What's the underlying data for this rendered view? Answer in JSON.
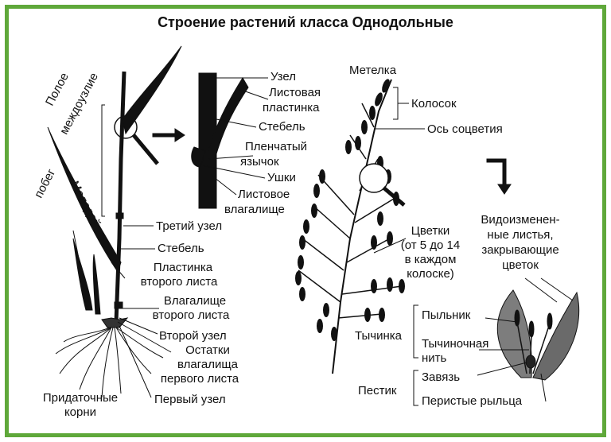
{
  "title": "Строение растений класса Однодольные",
  "border_color": "#5fa83a",
  "left_plant": {
    "rotated_labels": {
      "internode_1": "Полое",
      "internode_2": "междоузлие",
      "young_1": "Молодой",
      "young_2": "побег"
    },
    "labels": {
      "third_node": "Третий узел",
      "stem": "Стебель",
      "blade_1": "Пластинка",
      "blade_2": "второго листа",
      "sheath_1": "Влагалище",
      "sheath_2": "второго листа",
      "second_node": "Второй узел",
      "remains_1": "Остатки",
      "remains_2": "влагалища",
      "remains_3": "первого листа",
      "first_node": "Первый узел",
      "roots_1": "Придаточные",
      "roots_2": "корни"
    }
  },
  "zoom_detail": {
    "labels": {
      "node": "Узел",
      "blade_1": "Листовая",
      "blade_2": "пластинка",
      "stem": "Стебель",
      "ligule_1": "Пленчатый",
      "ligule_2": "язычок",
      "auricles": "Ушки",
      "sheath_1": "Листовое",
      "sheath_2": "влагалище"
    }
  },
  "panicle": {
    "labels": {
      "panicle": "Метелка",
      "spikelet": "Колосок",
      "axis": "Ось соцветия",
      "flowers_1": "Цветки",
      "flowers_2": "(от 5 до 14",
      "flowers_3": "в каждом",
      "flowers_4": "колоске)"
    }
  },
  "flower": {
    "labels": {
      "modified_1": "Видоизменен-",
      "modified_2": "ные листья,",
      "modified_3": "закрывающие",
      "modified_4": "цветок",
      "stamen": "Тычинка",
      "anther": "Пыльник",
      "filament_1": "Тычиночная",
      "filament_2": "нить",
      "pistil": "Пестик",
      "ovary": "Завязь",
      "stigmas": "Перистые рыльца"
    }
  }
}
